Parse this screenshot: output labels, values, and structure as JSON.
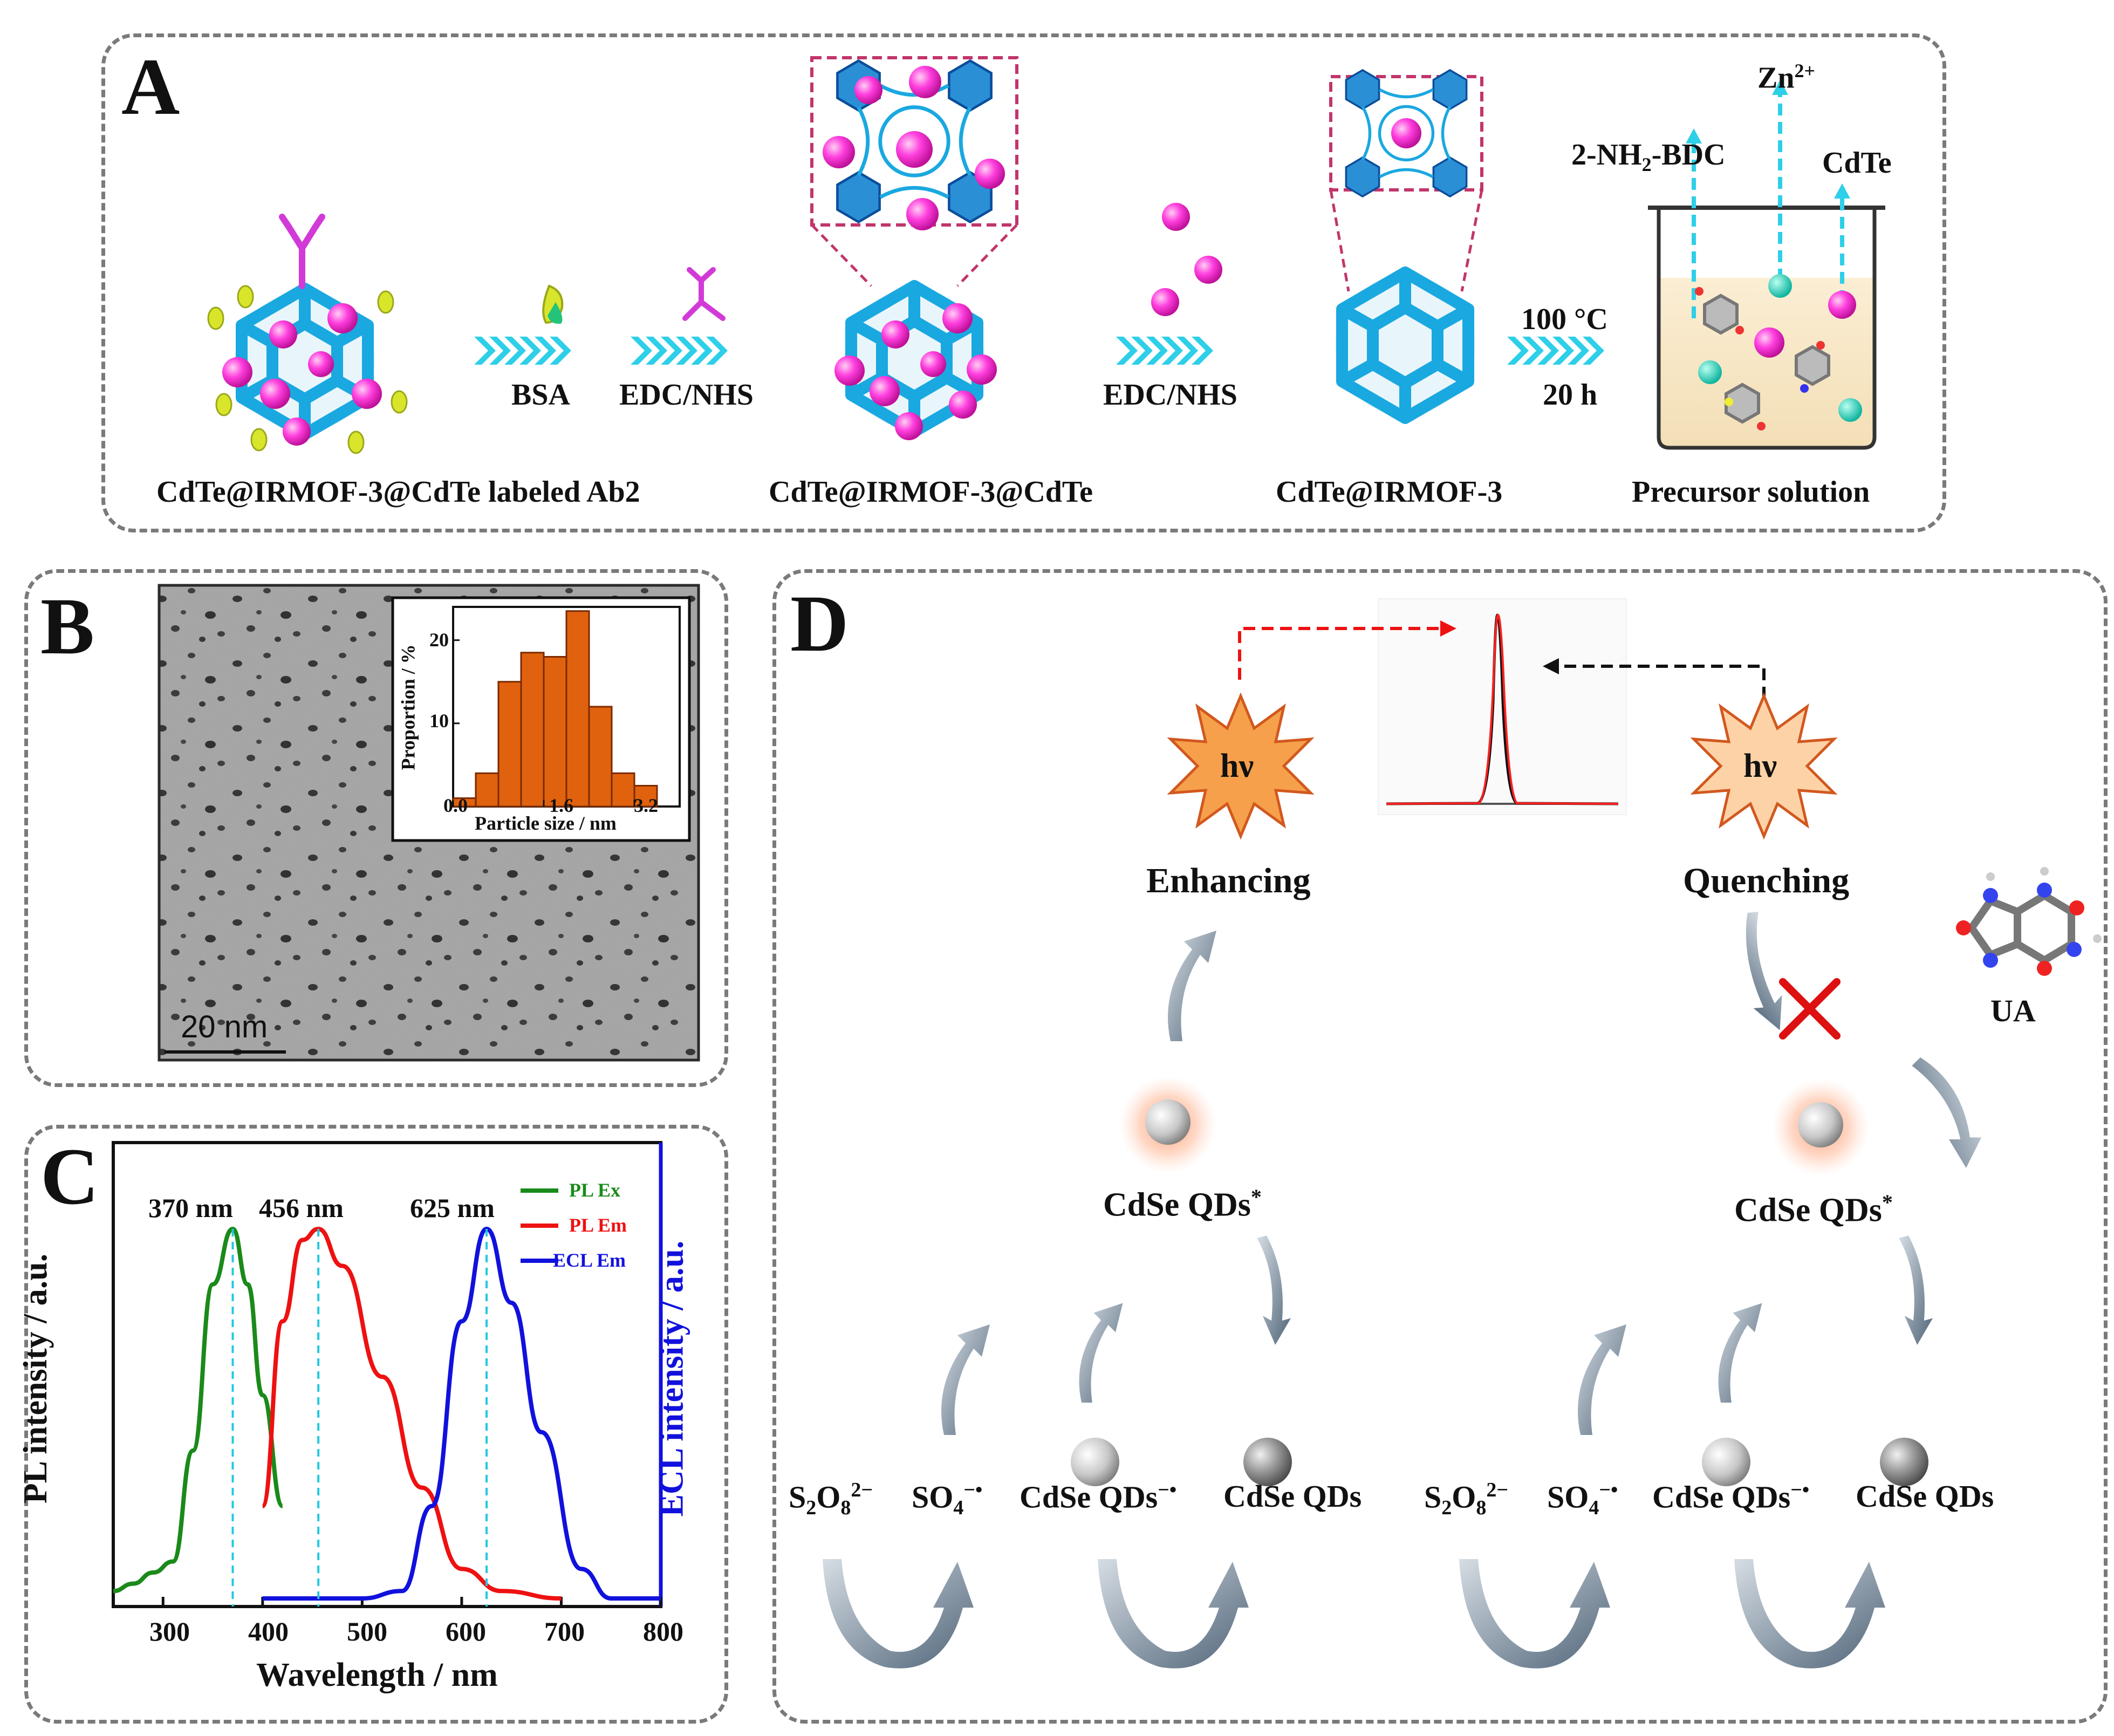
{
  "panelA": {
    "letter": "A",
    "labels": {
      "ab2": "CdTe@IRMOF-3@CdTe labeled Ab2",
      "mid": "CdTe@IRMOF-3@CdTe",
      "irmof": "CdTe@IRMOF-3",
      "precursor": "Precursor solution",
      "bsa": "BSA",
      "edc1": "EDC/NHS",
      "edc2": "EDC/NHS",
      "temp": "100 °C",
      "time": "20 h",
      "bdc_pre": "2-NH",
      "bdc_sub": "2",
      "bdc_post": "-BDC",
      "zn_base": "Zn",
      "zn_sup": "2+",
      "cdte": "CdTe"
    }
  },
  "panelB": {
    "letter": "B",
    "scale": "20 nm",
    "histogram": {
      "ylabel": "Proportion / %",
      "xlabel": "Particle size / nm",
      "xticks": [
        "0.0",
        "1.6",
        "3.2"
      ],
      "yticks": [
        "10",
        "20"
      ]
    }
  },
  "panelC": {
    "letter": "C",
    "xlabel": "Wavelength / nm",
    "ylabel_left": "PL intensity / a.u.",
    "ylabel_right": "ECL intensity / a.u.",
    "xticks": [
      "300",
      "400",
      "500",
      "600",
      "700",
      "800"
    ],
    "peaks": [
      "370 nm",
      "456 nm",
      "625 nm"
    ],
    "legend": [
      "PL Ex",
      "PL Em",
      "ECL Em"
    ],
    "colors": {
      "pl_ex": "#1a8a1a",
      "pl_em": "#ee1111",
      "ecl_em": "#1111dd"
    }
  },
  "panelD": {
    "letter": "D",
    "hv": "hν",
    "enhancing": "Enhancing",
    "quenching": "Quenching",
    "ua": "UA",
    "qd_star": "CdSe QDs",
    "qd_star_sup": "*",
    "s2o8": {
      "base": "S",
      "sub1": "2",
      "mid": "O",
      "sub2": "8",
      "sup": "2−"
    },
    "so4": {
      "base": "SO",
      "sub": "4",
      "sup": "−•"
    },
    "qd_anion": "CdSe QDs",
    "qd_anion_sup": "−•",
    "qd": "CdSe QDs"
  },
  "chart_data": [
    {
      "type": "bar",
      "ylabel": "Proportion / %",
      "xlabel": "Particle size / nm",
      "xlim": [
        0.0,
        4.0
      ],
      "ylim": [
        0,
        24
      ],
      "categories": [
        "0.2",
        "0.6",
        "1.0",
        "1.4",
        "1.8",
        "2.2",
        "2.6",
        "3.0",
        "3.4"
      ],
      "values": [
        1,
        4,
        15,
        18.5,
        18,
        23.5,
        12,
        4,
        2.5
      ]
    },
    {
      "type": "line",
      "xlabel": "Wavelength / nm",
      "ylabel": "PL intensity / a.u.",
      "xlim": [
        250,
        800
      ],
      "series": [
        {
          "name": "PL Ex",
          "x": [
            250,
            270,
            290,
            310,
            330,
            350,
            370,
            385,
            400,
            420
          ],
          "y": [
            0.02,
            0.04,
            0.07,
            0.1,
            0.4,
            0.85,
            1.0,
            0.85,
            0.55,
            0.25
          ]
        },
        {
          "name": "PL Em",
          "x": [
            400,
            420,
            440,
            456,
            480,
            520,
            560,
            600,
            640,
            700
          ],
          "y": [
            0.25,
            0.75,
            0.97,
            1.0,
            0.9,
            0.6,
            0.3,
            0.08,
            0.02,
            0.0
          ]
        },
        {
          "name": "ECL Em",
          "x": [
            400,
            500,
            540,
            570,
            600,
            625,
            650,
            680,
            720,
            750,
            800
          ],
          "y": [
            0.0,
            0.0,
            0.02,
            0.25,
            0.75,
            1.0,
            0.8,
            0.45,
            0.08,
            0.0,
            0.0
          ]
        }
      ],
      "annotations": [
        "370 nm",
        "456 nm",
        "625 nm"
      ]
    }
  ]
}
